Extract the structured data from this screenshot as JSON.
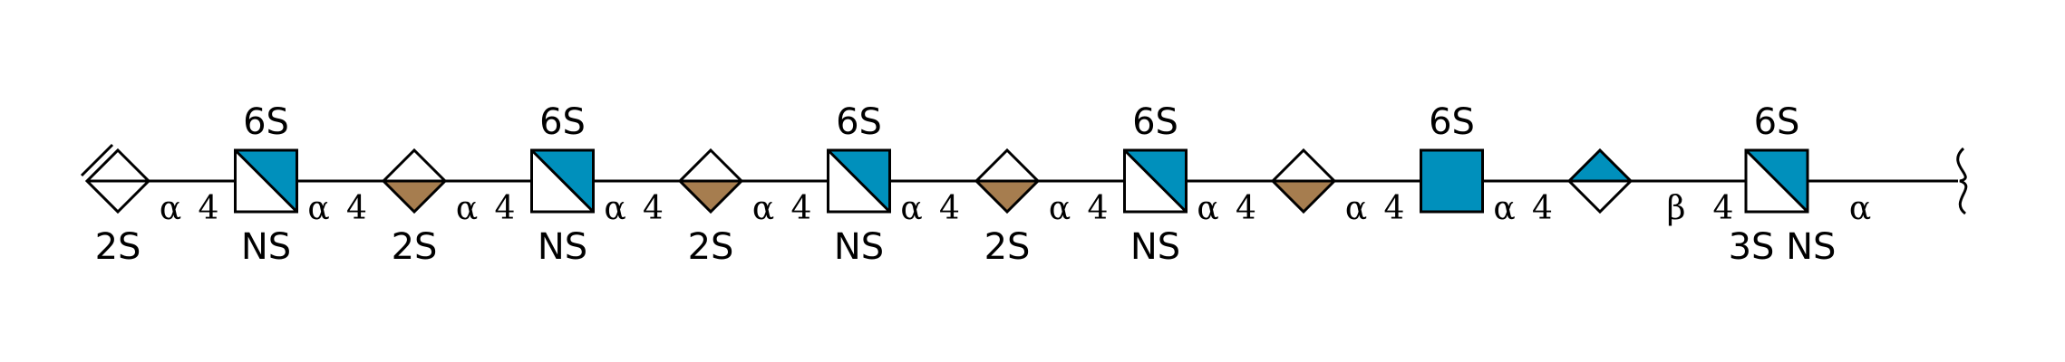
{
  "colors": {
    "blue": "#0090bc",
    "tan": "#a67d4f",
    "white": "#ffffff",
    "black": "#000000"
  },
  "glycan": {
    "residues": [
      {
        "shape": "diamond-half-none",
        "above": "",
        "below": "2S"
      },
      {
        "shape": "square-diagonal-blue",
        "above": "6S",
        "below": "NS"
      },
      {
        "shape": "diamond-bottom-tan",
        "above": "",
        "below": "2S"
      },
      {
        "shape": "square-diagonal-blue",
        "above": "6S",
        "below": "NS"
      },
      {
        "shape": "diamond-bottom-tan",
        "above": "",
        "below": "2S"
      },
      {
        "shape": "square-diagonal-blue",
        "above": "6S",
        "below": "NS"
      },
      {
        "shape": "diamond-bottom-tan",
        "above": "",
        "below": "2S"
      },
      {
        "shape": "square-diagonal-blue",
        "above": "6S",
        "below": "NS"
      },
      {
        "shape": "diamond-bottom-tan",
        "above": "",
        "below": ""
      },
      {
        "shape": "square-full-blue",
        "above": "6S",
        "below": ""
      },
      {
        "shape": "diamond-top-blue",
        "above": "",
        "below": ""
      },
      {
        "shape": "square-diagonal-blue",
        "above": "6S",
        "below": "3S NS"
      }
    ],
    "linkages": [
      {
        "anomer": "α",
        "position": "4"
      },
      {
        "anomer": "α",
        "position": "4"
      },
      {
        "anomer": "α",
        "position": "4"
      },
      {
        "anomer": "α",
        "position": "4"
      },
      {
        "anomer": "α",
        "position": "4"
      },
      {
        "anomer": "α",
        "position": "4"
      },
      {
        "anomer": "α",
        "position": "4"
      },
      {
        "anomer": "α",
        "position": "4"
      },
      {
        "anomer": "α",
        "position": "4"
      },
      {
        "anomer": "α",
        "position": "4"
      },
      {
        "anomer": "β",
        "position": "4"
      }
    ],
    "reducing_end": {
      "anomer": "α",
      "symbol": "wavy-bracket"
    }
  }
}
